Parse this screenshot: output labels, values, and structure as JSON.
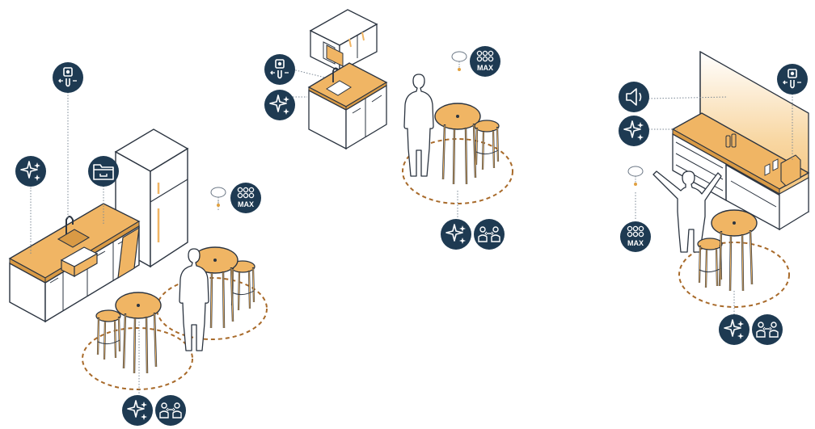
{
  "colors": {
    "navy": "#1e3a52",
    "wood": "#f0b564",
    "wood_dark": "#d99a45",
    "outline": "#2b3440",
    "dash": "#a86a2a",
    "sensor": "#e0a040",
    "wall_glow": "#f5c27a"
  },
  "badge_text": {
    "max": "MAX"
  },
  "icon_names": [
    "sparkle-clean-icon",
    "touchless-faucet-icon",
    "drawer-storage-icon",
    "occupancy-max-icon",
    "distancing-icon",
    "speaker-icon",
    "occupancy-sensor-icon"
  ],
  "scenes": [
    {
      "name": "kitchen-with-fridge",
      "badges": [
        "touchless-faucet",
        "sparkle-clean",
        "drawer-storage",
        "occupancy-max",
        "sparkle-clean",
        "distancing"
      ]
    },
    {
      "name": "compact-kitchenette",
      "badges": [
        "touchless-faucet",
        "sparkle-clean",
        "occupancy-max",
        "sparkle-clean",
        "distancing"
      ]
    },
    {
      "name": "coffee-wall",
      "badges": [
        "speaker",
        "sparkle-clean",
        "touchless-faucet",
        "occupancy-max",
        "sparkle-clean",
        "distancing"
      ]
    }
  ]
}
